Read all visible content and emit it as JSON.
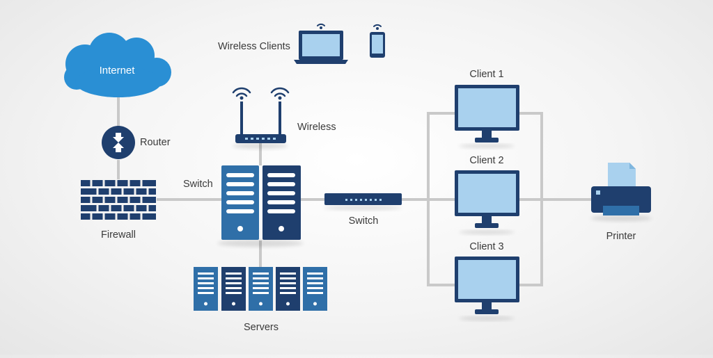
{
  "nodes": {
    "internet": "Internet",
    "router": "Router",
    "firewall": "Firewall",
    "switch_left": "Switch",
    "wireless": "Wireless",
    "wireless_clients": "Wireless Clients",
    "switch_center": "Switch",
    "servers": "Servers",
    "client1": "Client 1",
    "client2": "Client 2",
    "client3": "Client 3",
    "printer": "Printer"
  },
  "colors": {
    "dark_blue": "#1f3f6e",
    "mid_blue": "#2f6fa8",
    "light_blue": "#5aaee6",
    "screen_blue": "#a9d1ee",
    "cloud_blue": "#2a8fd4",
    "connector_gray": "#c9c9c9"
  },
  "icons": [
    "cloud-icon",
    "router-icon",
    "firewall-icon",
    "server-icon",
    "wireless-router-icon",
    "laptop-icon",
    "smartphone-icon",
    "switch-icon",
    "monitor-icon",
    "printer-icon"
  ]
}
